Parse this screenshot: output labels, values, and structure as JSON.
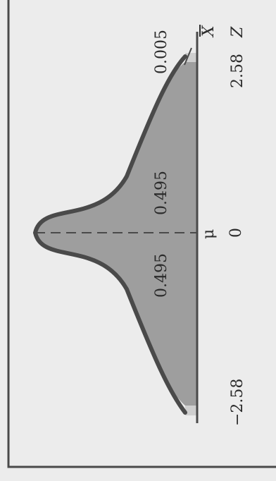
{
  "colors": {
    "background": "#ececec",
    "frame": "#4a4a4a",
    "curve_fill": "#9e9e9e",
    "curve_stroke": "#4a4a4a",
    "tail_fill": "#cfcfcf",
    "text": "#2b2b2b"
  },
  "labels": {
    "tail_right": "0.005",
    "center_right": "0.495",
    "center_left": "0.495",
    "mean": "μ",
    "zero": "0",
    "z_right": "2.58",
    "z_left": "−2.58",
    "xbar_axis": "X",
    "z_axis": "Z"
  }
}
